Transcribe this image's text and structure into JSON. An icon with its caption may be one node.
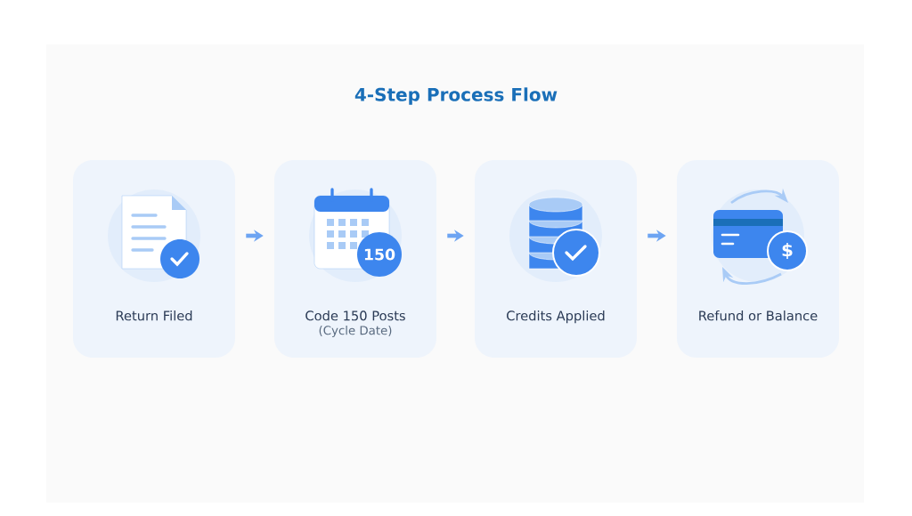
{
  "diagram": {
    "title": "4-Step Process Flow",
    "nodes": [
      {
        "text": [
          "Return Filed"
        ]
      },
      {
        "text": [
          "Code 150 Posts",
          "(Cycle Date)"
        ]
      },
      {
        "text": [
          "Credits Applied"
        ]
      },
      {
        "text": [
          "Refund or Balance"
        ]
      }
    ],
    "edges": [
      {
        "from": 0,
        "to": 1,
        "arrow": "to"
      },
      {
        "from": 1,
        "to": 2,
        "arrow": "to"
      },
      {
        "from": 2,
        "to": 3,
        "arrow": "to"
      }
    ],
    "labels": [
      "150",
      "$"
    ]
  }
}
